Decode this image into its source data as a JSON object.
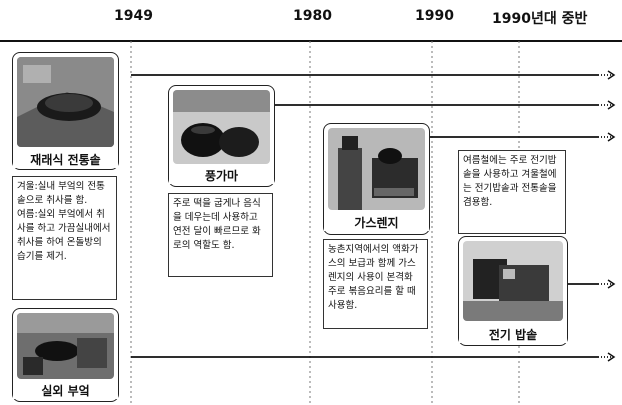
{
  "timeline": {
    "years": [
      "1949",
      "1980",
      "1990",
      "1990년대 중반"
    ]
  },
  "items": [
    {
      "name": "재래식 전통솥",
      "description": "겨울:실내 부엌의 전통솥으로 취사를 함.\n여름:실외 부엌에서 취사를 하고 가끔실내에서 취사를 하여 온돌방의 습기를 제거."
    },
    {
      "name": "실외 부엌"
    },
    {
      "name": "풍가마",
      "description": "주로 떡을 굽게나 음식을 데우는데 사용하고 연전 달이 빠르므로 화로의 역할도 함."
    },
    {
      "name": "가스렌지",
      "description": "농촌지역에서의 액화가스의 보급과 함께 가스렌지의 사용이 본격화 주로 볶음요리를 할 때 사용함."
    },
    {
      "name": "전기 밥솥",
      "description": "여름철에는 주로 전기밥솥을 사용하고 겨울철에는 전기밥솥과 전통솥을 겸용함."
    }
  ]
}
